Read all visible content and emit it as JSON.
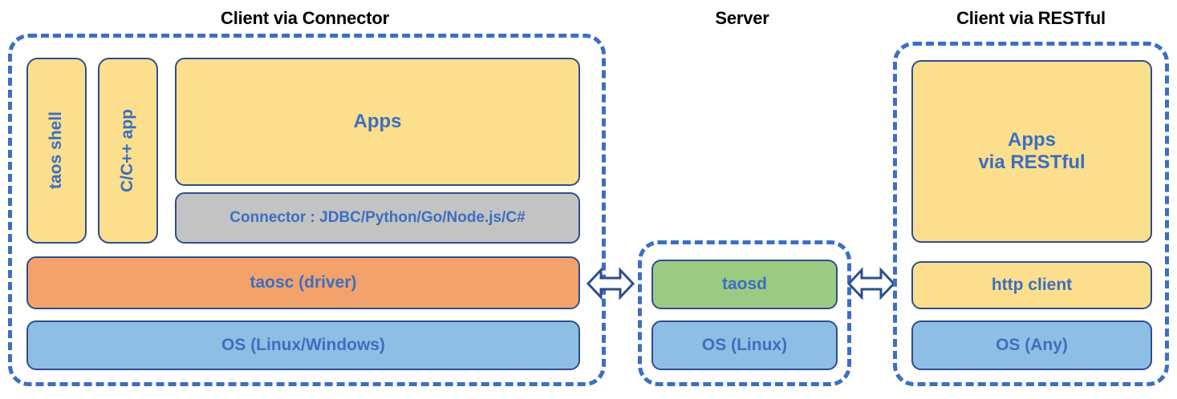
{
  "diagram": {
    "title_color": "#000000",
    "text_color": "#3B6FC0",
    "dashed_color": "#3C6FC4",
    "box_border_color": "#2E4E8C",
    "palette": {
      "yellow": "#FBDF8D",
      "orange": "#F4A26C",
      "blue": "#8FBEE4",
      "green": "#9BCB83",
      "gray": "#C3C3C3"
    }
  },
  "panels": {
    "client_connector": {
      "title": "Client via Connector",
      "taos_shell": "taos shell",
      "c_cpp_app": "C/C++ app",
      "apps": "Apps",
      "connector": "Connector : JDBC/Python/Go/Node.js/C#",
      "taosc": "taosc (driver)",
      "os": "OS (Linux/Windows)"
    },
    "server": {
      "title": "Server",
      "taosd": "taosd",
      "os": "OS (Linux)"
    },
    "client_restful": {
      "title": "Client via RESTful",
      "apps": "Apps\nvia RESTful",
      "http_client": "http client",
      "os": "OS (Any)"
    }
  },
  "connectors": {
    "left_arrow": "double-arrow",
    "right_arrow": "double-arrow"
  }
}
